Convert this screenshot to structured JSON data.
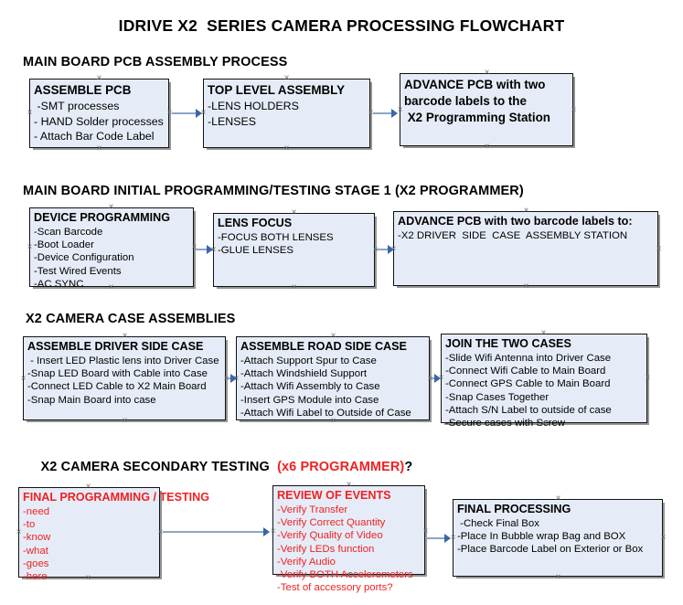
{
  "document": {
    "title": "IDRIVE X2  SERIES CAMERA PROCESSING FLOWCHART"
  },
  "sections": [
    {
      "id": "main-board-pcb-assembly",
      "heading": "MAIN BOARD PCB ASSEMBLY PROCESS",
      "heading_accent": "",
      "heading_accent_tail": ""
    },
    {
      "id": "main-board-initial-programming",
      "heading": "MAIN BOARD INITIAL PROGRAMMING/TESTING STAGE 1 (X2 PROGRAMMER)",
      "heading_accent": "",
      "heading_accent_tail": ""
    },
    {
      "id": "x2-camera-case-assemblies",
      "heading": "X2 CAMERA CASE ASSEMBLIES",
      "heading_accent": "",
      "heading_accent_tail": ""
    },
    {
      "id": "x2-camera-secondary-testing",
      "heading": "X2 CAMERA SECONDARY TESTING  ",
      "heading_accent": "(x6 PROGRAMMER)",
      "heading_accent_tail": "?"
    }
  ],
  "boxes": {
    "assemble_pcb": {
      "title": "ASSEMBLE PCB",
      "lines": [
        " -SMT processes",
        "- HAND Solder processes",
        "- Attach Bar Code Label"
      ]
    },
    "top_level_assembly": {
      "title": "TOP LEVEL ASSEMBLY",
      "lines": [
        "-LENS HOLDERS",
        "-LENSES"
      ]
    },
    "advance_pcb_programming_station": {
      "title": "ADVANCE PCB with two",
      "lines": [
        "barcode labels to the",
        " X2 Programming Station"
      ]
    },
    "device_programming": {
      "title": "DEVICE PROGRAMMING",
      "lines": [
        "-Scan Barcode",
        "-Boot Loader",
        "-Device Configuration",
        "-Test Wired Events",
        "-AC SYNC"
      ]
    },
    "lens_focus": {
      "title": "LENS FOCUS",
      "lines": [
        "-FOCUS BOTH LENSES",
        "-GLUE LENSES"
      ]
    },
    "advance_pcb_driver_side": {
      "title": "ADVANCE PCB with two barcode labels to:",
      "lines": [
        "-X2 DRIVER  SIDE  CASE  ASSEMBLY STATION"
      ]
    },
    "assemble_driver_side_case": {
      "title": "ASSEMBLE DRIVER SIDE CASE",
      "lines": [
        " - Insert LED Plastic lens into Driver Case",
        "-Snap LED Board with Cable into Case",
        "-Connect LED Cable to X2 Main Board",
        "-Snap Main Board into case"
      ]
    },
    "assemble_road_side_case": {
      "title": "ASSEMBLE ROAD SIDE CASE",
      "lines": [
        "-Attach Support Spur to Case",
        "-Attach Windshield Support",
        "-Attach Wifi Assembly to Case",
        "-Insert GPS Module into Case",
        "-Attach Wifi Label to Outside of Case"
      ]
    },
    "join_the_two_cases": {
      "title": "JOIN THE TWO CASES",
      "lines": [
        "-Slide Wifi Antenna into Driver Case",
        "-Connect Wifi Cable to Main Board",
        "-Connect GPS Cable to Main Board",
        "-Snap Cases Together",
        "-Attach S/N Label to outside of case",
        "-Secure cases with Screw"
      ]
    },
    "final_programming_testing": {
      "title": "FINAL PROGRAMMING / TESTING",
      "lines": [
        "-need",
        "-to",
        "-know",
        "-what",
        "-goes",
        "-here"
      ]
    },
    "review_of_events": {
      "title": "REVIEW OF EVENTS",
      "lines": [
        "-Verify Transfer",
        "-Verify Correct Quantity",
        "-Verify Quality of Video",
        "-Verify LEDs function",
        "-Verify Audio",
        "-Verify BOTH Accelerometers",
        "-Test of accessory ports?"
      ]
    },
    "final_processing": {
      "title": "FINAL PROCESSING",
      "lines": [
        " -Check Final Box",
        "-Place In Bubble wrap Bag and BOX",
        "-Place Barcode Label on Exterior or Box"
      ]
    }
  },
  "colors": {
    "box_fill": "#e6ecf7",
    "box_border": "#111111",
    "connector_line": "#8ba7c4",
    "connector_arrow": "#3a66a8",
    "accent_red": "#ee2222",
    "text": "#000000"
  }
}
